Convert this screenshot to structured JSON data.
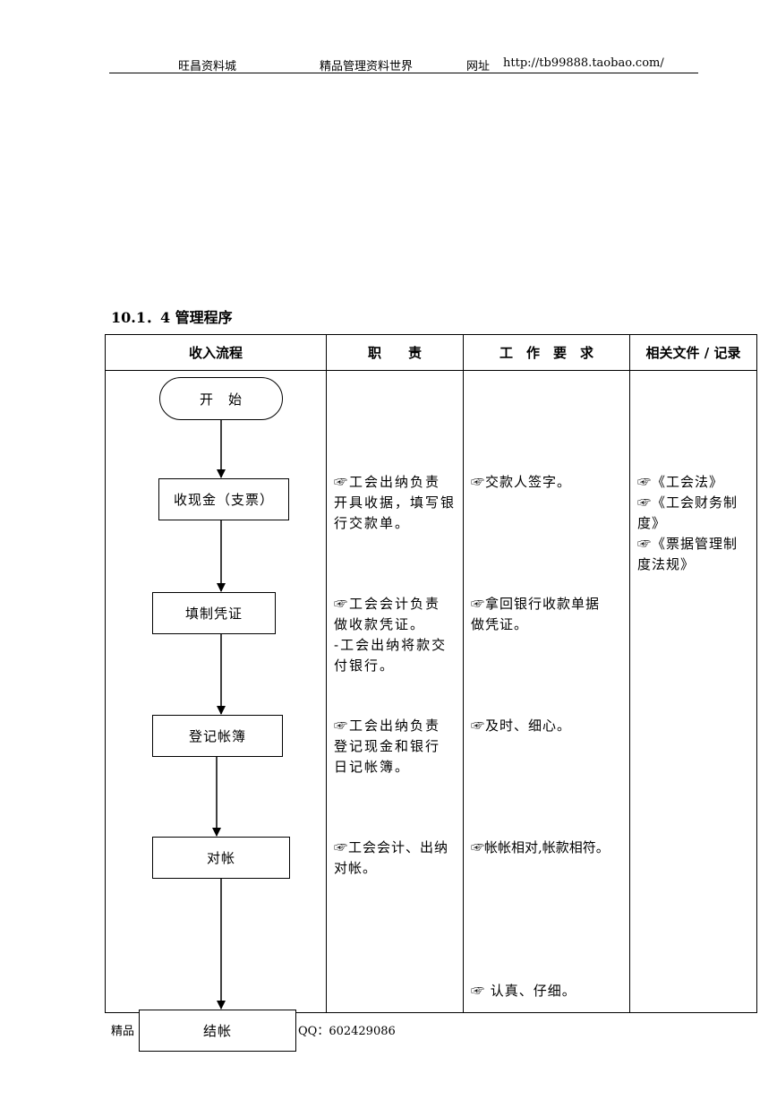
{
  "header": {
    "left": "旺昌资料城",
    "center": "精品管理资料世界",
    "url_label": "网址",
    "url": "http://tb99888.taobao.com/"
  },
  "section_title": "10.1．4 管理程序",
  "table": {
    "headers": [
      "收入流程",
      "职　　责",
      "工　作　要　求",
      "相关文件 / 记录"
    ]
  },
  "flow": {
    "nodes": [
      "开　始",
      "收现金（支票）",
      "填制凭证",
      "登记帐簿",
      "对帐",
      "结帐"
    ]
  },
  "responsibilities": [
    [
      "☞工会出纳负责",
      "开具收据，填写银",
      "行交款单。"
    ],
    [
      "☞工会会计负责",
      "做收款凭证。",
      "-工会出纳将款交",
      "付银行。"
    ],
    [
      "☞工会出纳负责",
      "登记现金和银行",
      "日记帐簿。"
    ],
    [
      "☞工会会计、出纳",
      "对帐。"
    ]
  ],
  "requirements": [
    [
      "☞交款人签字。"
    ],
    [
      "☞拿回银行收款单据",
      "做凭证。"
    ],
    [
      "☞及时、细心。"
    ],
    [
      "☞帐帐相对,帐款相符。"
    ],
    [
      "☞ 认真、仔细。"
    ]
  ],
  "documents": [
    "☞《工会法》",
    "☞《工会财务制",
    "度》",
    "☞《票据管理制",
    "度法规》"
  ],
  "footer": {
    "left": "精品",
    "right": "QQ：602429086"
  }
}
